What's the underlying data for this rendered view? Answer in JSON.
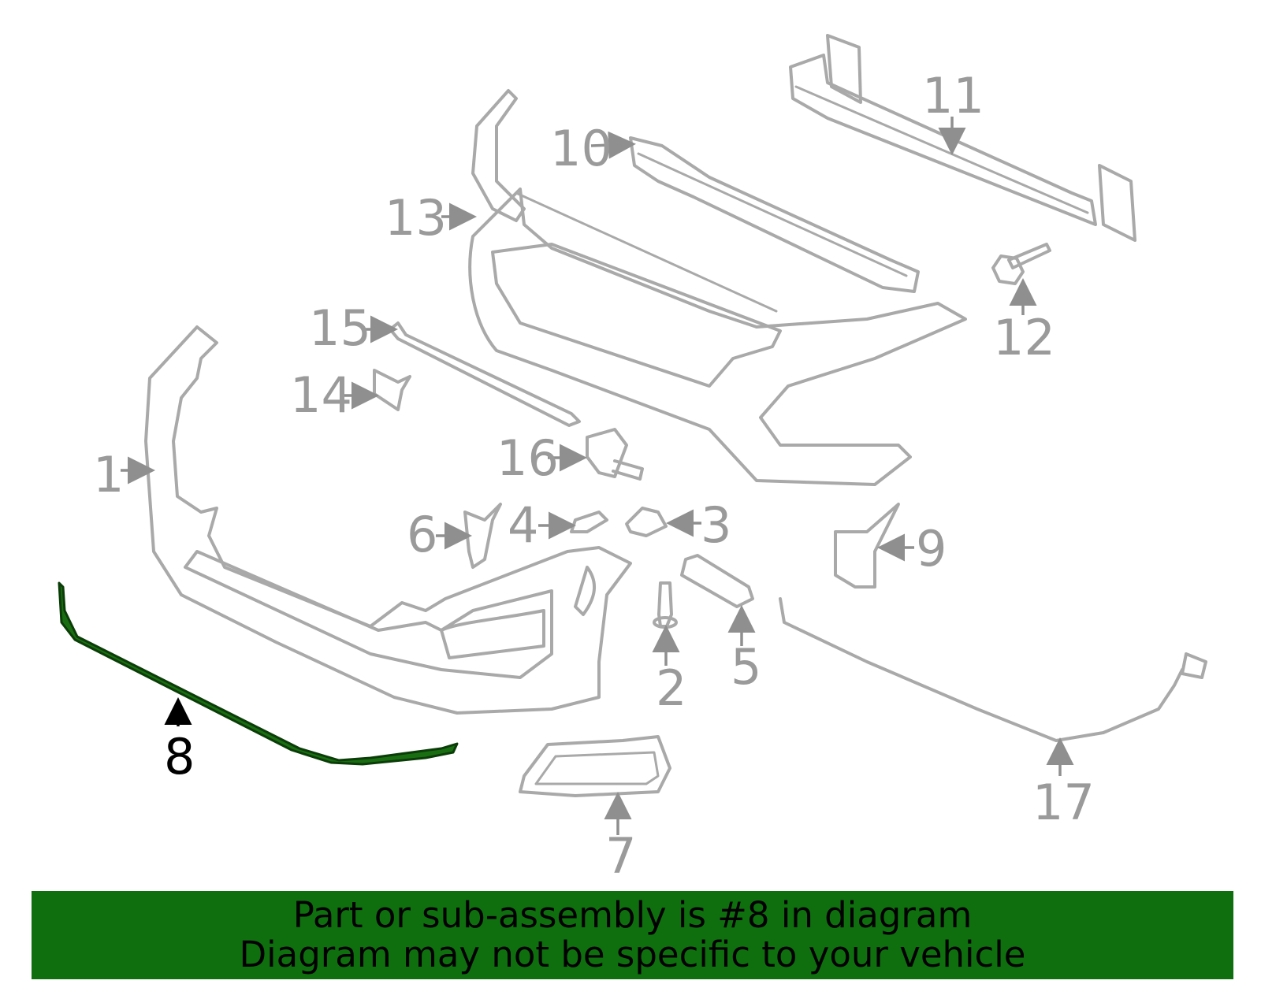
{
  "callouts": {
    "c1": "1",
    "c2": "2",
    "c3": "3",
    "c4": "4",
    "c5": "5",
    "c6": "6",
    "c7": "7",
    "c8": "8",
    "c9": "9",
    "c10": "10",
    "c11": "11",
    "c12": "12",
    "c13": "13",
    "c14": "14",
    "c15": "15",
    "c16": "16",
    "c17": "17"
  },
  "highlight": {
    "callout": "8",
    "color": "#1a6e12",
    "banner_color": "#0f6f0f"
  },
  "banner": {
    "line1": "Part or sub-assembly is #8 in diagram",
    "line2": "Diagram may not be specific to your vehicle"
  }
}
